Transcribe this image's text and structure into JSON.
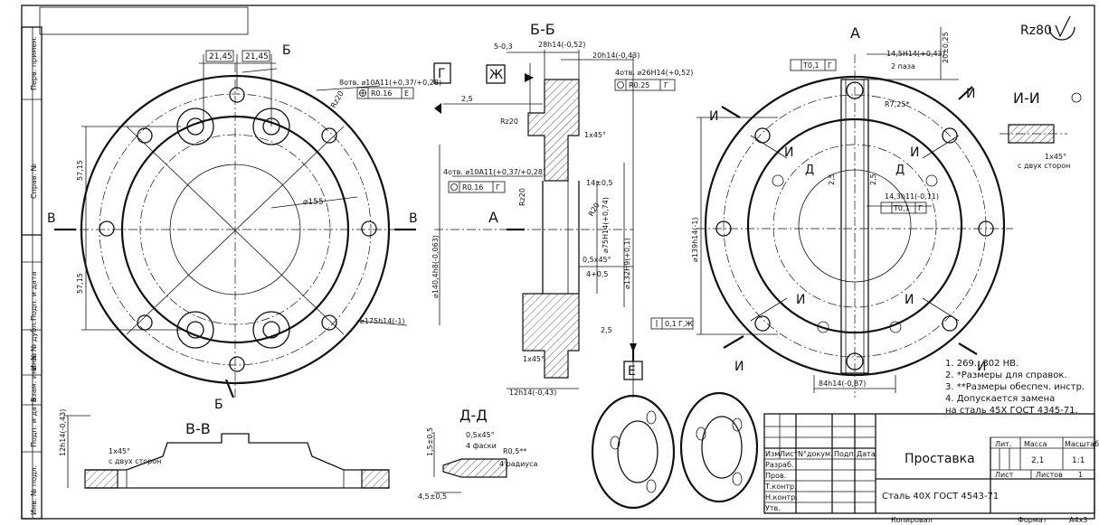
{
  "sidebar": {
    "labels": [
      "Перв. примен.",
      "Справ. №",
      "Подп. и дата",
      "Инв. № дубл.",
      "Взам. инв. №",
      "Подп. и дата",
      "Инв. № подл."
    ]
  },
  "views": {
    "section_bb": "Б-Б",
    "view_a": "А",
    "section_vv": "В-В",
    "detail_dd": "Д-Д",
    "section_ii": "И-И"
  },
  "cut_marks": {
    "b": "Б",
    "v": "В",
    "a": "А",
    "i": "И",
    "d": "Д",
    "g": "Г",
    "zh": "Ж",
    "e": "Е"
  },
  "roughness": {
    "main": "Rz80",
    "r20": "Rz20",
    "r25": "2,5"
  },
  "dims_front": {
    "d2145_l": "21,45",
    "d2145_r": "21,45",
    "holes8": "8отв. ⌀10A11(+0,37/+0,28)",
    "tol_holes8": "R0.16",
    "tol_holes8_base": "Е",
    "rz20": "Rz20",
    "d155": "⌀155",
    "d5715_t": "57,15",
    "d5715_b": "57,15",
    "d175": "⌀175h14(-1)"
  },
  "dims_section": {
    "d5": "5-0,3",
    "d28": "28h14(-0,52)",
    "d20": "20h14(-0,43)",
    "holes4": "4отв. ⌀26H14(+0,52)",
    "tol_holes4": "R0.25",
    "tol_holes4_base": "Г",
    "holes4b": "4отв. ⌀10A11(+0,37/+0,28)",
    "tol_holes4b": "R0.16",
    "tol_holes4b_base": "Г",
    "chamfer1": "1x45°",
    "d14": "14±0,5",
    "r20": "R20",
    "d140": "⌀140,4h8(-0,063)",
    "d75": "⌀75H14(+0,74)",
    "d132": "⌀132H9(+0,1)",
    "chamfer05": "0,5x45°",
    "d4": "4+0,5",
    "perp": "0,1",
    "perp_base": "Г,Ж",
    "chamfer1b": "1x45°",
    "d12": "12h14(-0,43)"
  },
  "dims_viewa": {
    "d145": "14,5H14(+0,43)",
    "slots2": "2 паза",
    "d20v": "20±0,25",
    "tol_t": "Т0,1",
    "tol_t_base": "Г",
    "r725": "R7,25*",
    "d25_l": "2,5",
    "d25_r": "2,5",
    "d143": "14,3h11(-0,11)",
    "tol_t2": "Т0,1",
    "tol_t2_base": "Г",
    "d139": "⌀139h14(-1)",
    "d84": "84h14(-0,87)"
  },
  "dims_ii": {
    "chamfer": "1x45°",
    "both": "с двух сторон"
  },
  "dims_vv": {
    "d12v": "12h14(-0,43)",
    "chamfer": "1x45°",
    "both": "с двух сторон"
  },
  "dims_dd": {
    "d15": "1,5±0,5",
    "ch": "0,5x45°",
    "ch4": "4 фаски",
    "r": "R0,5**",
    "r4": "4 радиуса",
    "d45": "4,5±0,5"
  },
  "notes": [
    "1. 269...302 HB.",
    "2. *Размеры для справок.",
    "3. **Размеры обеспеч. инстр.",
    "4. Допускается замена",
    "на сталь 45Х ГОСТ 4345-71."
  ],
  "title_block": {
    "title": "Проставка",
    "material": "Сталь 40Х ГОСТ 4543-71",
    "lit_label": "Лит.",
    "mass_label": "Масса",
    "scale_label": "Масштаб",
    "mass": "2,1",
    "scale": "1:1",
    "sheet_label": "Лист",
    "sheets_label": "Листов",
    "sheets": "1",
    "cols": [
      "Изм",
      "Лист",
      "N°докум.",
      "Подп.",
      "Дата"
    ],
    "rows": [
      "Разраб.",
      "Пров.",
      "Т.контр.",
      "Н.контр.",
      "Утв."
    ],
    "copied": "Копировал",
    "format_label": "Формат",
    "format": "А4х3"
  }
}
